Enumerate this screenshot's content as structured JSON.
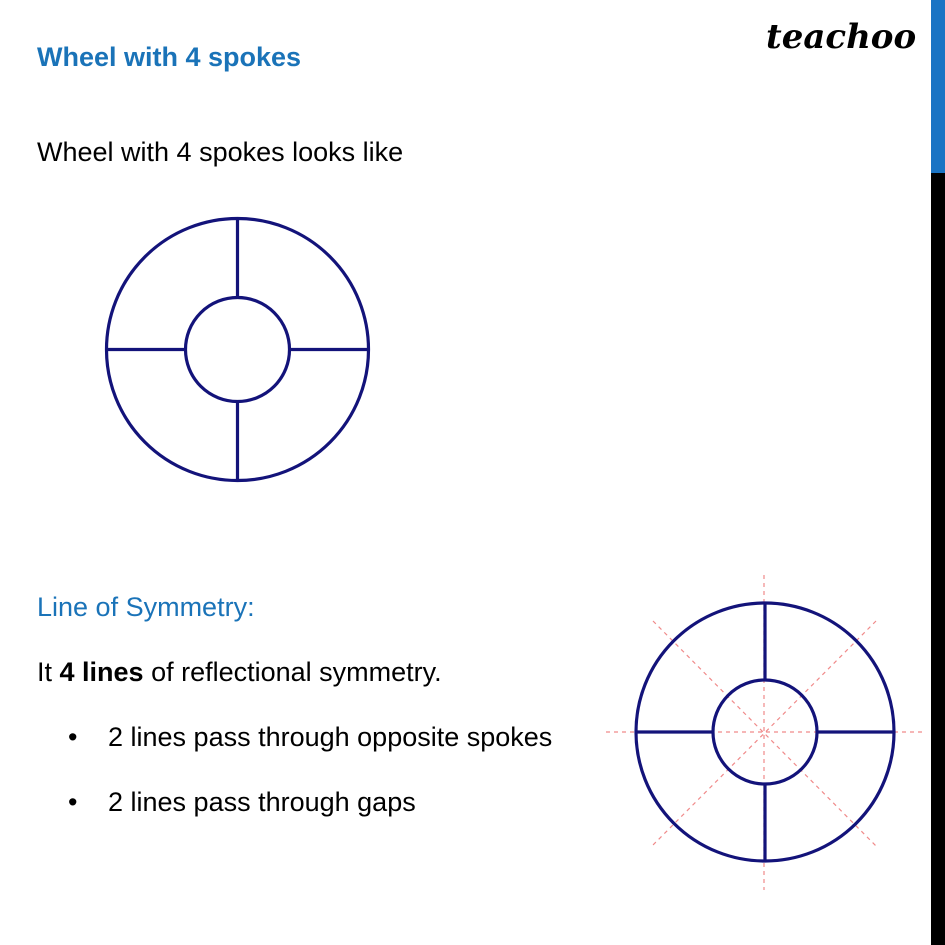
{
  "brand": {
    "logo_text": "teachoo",
    "accent_color": "#1a74c4",
    "sidebar_lower_color": "#000000"
  },
  "header": {
    "title": "Wheel with 4 spokes",
    "title_color": "#1a73b8"
  },
  "intro": {
    "text": "Wheel with 4 spokes looks like"
  },
  "figure1": {
    "description": "Wheel with 4 spokes",
    "stroke_color": "#13137a"
  },
  "symmetry": {
    "heading": "Line of Symmetry:",
    "statement_prefix": "It ",
    "statement_bold": "4 lines",
    "statement_suffix": " of reflectional symmetry.",
    "bullets": [
      {
        "marker": "•",
        "text": "2 lines pass through opposite spokes"
      },
      {
        "marker": "•",
        "text": "2 lines pass through gaps"
      }
    ]
  },
  "figure2": {
    "description": "Wheel with 4 dashed lines of symmetry",
    "stroke_color": "#13137a",
    "symmetry_line_color": "#f08a8a",
    "line_count": 4
  }
}
